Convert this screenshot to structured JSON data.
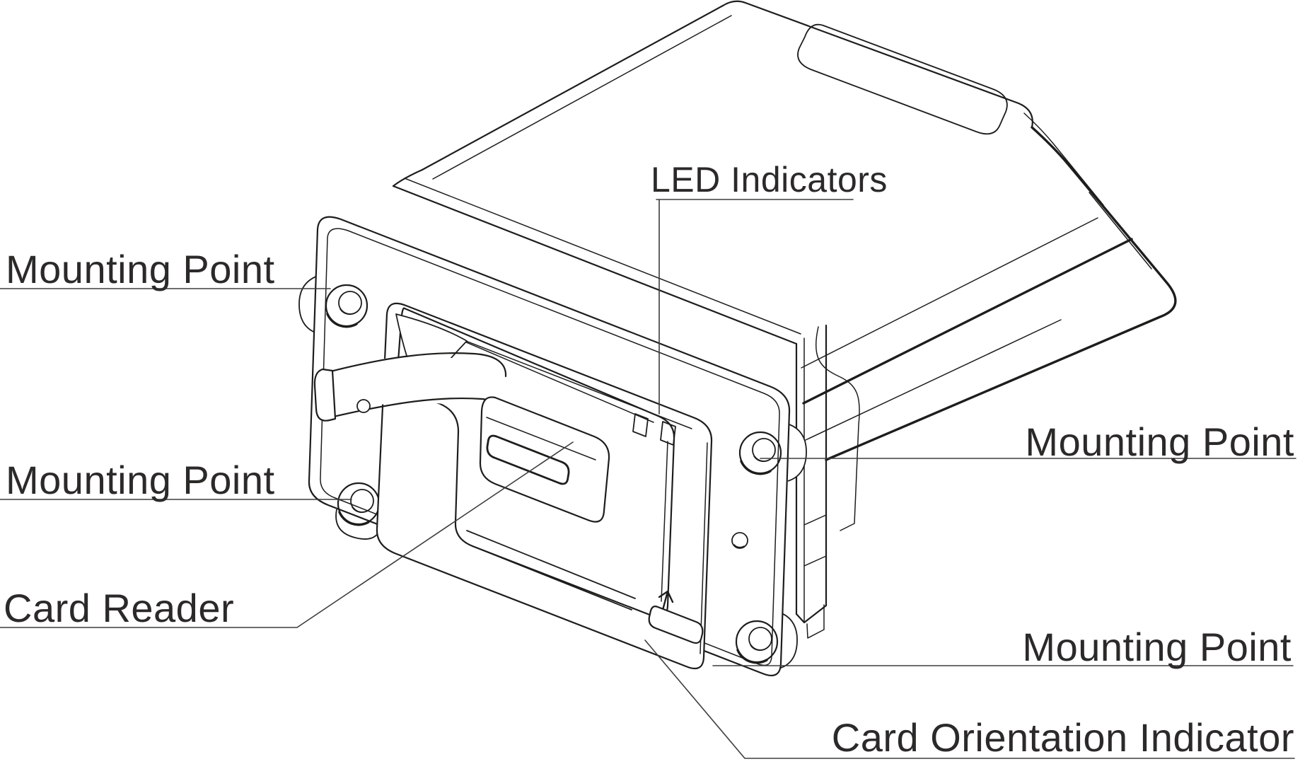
{
  "figure": {
    "type": "technical-line-diagram",
    "subject": "motorized card reader isometric callout drawing",
    "labels": {
      "mounting_point_top_left": "Mounting Point",
      "mounting_point_bottom_left": "Mounting Point",
      "card_reader": "Card Reader",
      "led_indicators": "LED Indicators",
      "mounting_point_top_right": "Mounting Point",
      "mounting_point_bottom_right": "Mounting Point",
      "card_orientation_indicator": "Card Orientation Indicator"
    },
    "colors": {
      "background": "#ffffff",
      "line": "#1d1d1b",
      "leader": "#3d3d3d",
      "text": "#2b2a29"
    }
  }
}
